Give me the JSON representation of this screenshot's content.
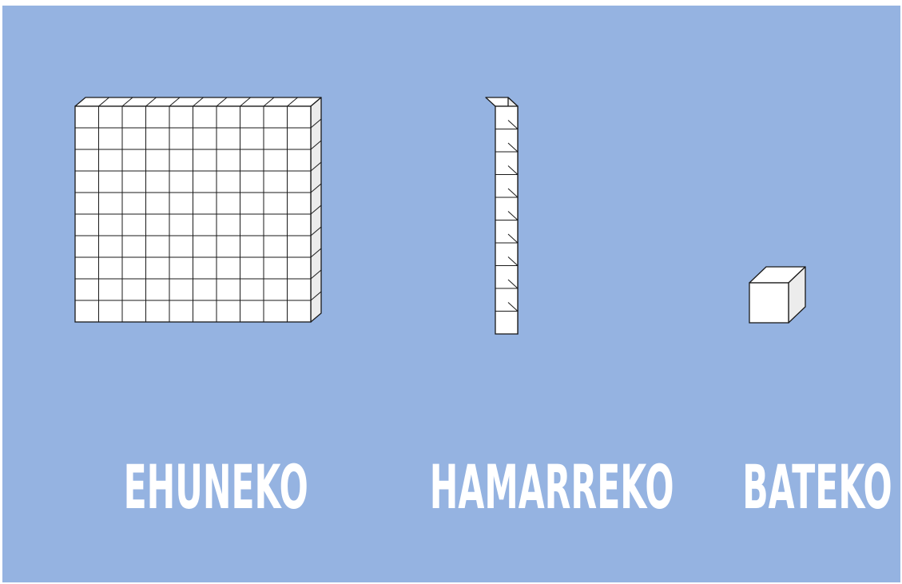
{
  "colors": {
    "background": "#95b3e1",
    "block_fill": "#ffffff",
    "block_side": "#ececec",
    "outline": "#1a1a1a",
    "label_text": "#ffffff"
  },
  "blocks": {
    "hundreds": {
      "rows": 10,
      "cols": 10,
      "label": "EHUNEKO"
    },
    "tens": {
      "rows": 10,
      "cols": 1,
      "label": "HAMARREKO"
    },
    "ones": {
      "rows": 1,
      "cols": 1,
      "label": "BATEKO"
    }
  }
}
